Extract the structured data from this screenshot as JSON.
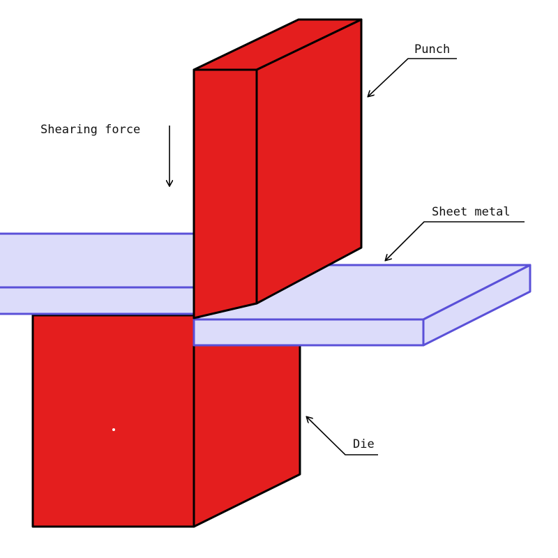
{
  "labels": {
    "punch": "Punch",
    "shearing_force": "Shearing force",
    "sheet_metal": "Sheet metal",
    "die": "Die"
  },
  "colors": {
    "tool_red": "#e41e1e",
    "sheet_fill": "#dcdcfa",
    "sheet_stroke": "#5a50d8",
    "outline": "#000000"
  }
}
